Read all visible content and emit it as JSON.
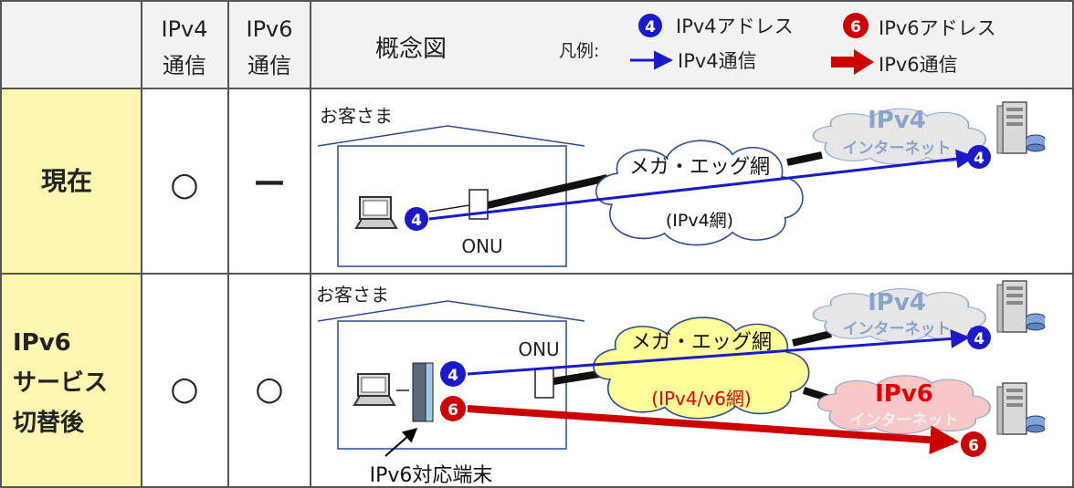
{
  "header": {
    "col_ipv4": [
      "IPv4",
      "通信"
    ],
    "col_ipv6": [
      "IPv6",
      "通信"
    ],
    "col_diagram": "概念図",
    "legend_title": "凡例:",
    "legend_ipv4_address_badge": "4",
    "legend_ipv4_address": "IPv4アドレス",
    "legend_ipv6_address_badge": "6",
    "legend_ipv6_address": "IPv6アドレス",
    "legend_ipv4_comm": "IPv4通信",
    "legend_ipv6_comm": "IPv6通信"
  },
  "rows": [
    {
      "label": [
        "現在"
      ],
      "ipv4": "○",
      "ipv6": "ー",
      "customer": "お客さま",
      "onu": "ONU",
      "network": "メガ・エッグ網",
      "network_sub": "(IPv4網)",
      "internet_title": "IPv4",
      "internet_sub": "インターネット",
      "badge_pc": "4",
      "badge_server": "4"
    },
    {
      "label": [
        "IPv6",
        "サービス",
        "切替後"
      ],
      "ipv4": "○",
      "ipv6": "○",
      "customer": "お客さま",
      "onu": "ONU",
      "network": "メガ・エッグ網",
      "network_sub": "(IPv4/v6網)",
      "ipv4_internet_title": "IPv4",
      "ipv4_internet_sub": "インターネット",
      "ipv6_internet_title": "IPv6",
      "ipv6_internet_sub": "インターネット",
      "badge_device_v4": "4",
      "badge_device_v6": "6",
      "badge_server_v4": "4",
      "badge_server_v6": "6",
      "device_label": "IPv6対応端末"
    }
  ],
  "colors": {
    "header_bg": "#f2f2f2",
    "label_bg": "#fdf6b0",
    "ipv4_blue": "#1a1acc",
    "ipv6_red": "#cc0000",
    "cloud_grey": "#e6e6e6",
    "cloud_yellow": "#ffff99",
    "cloud_pink": "#f8c8c8"
  }
}
